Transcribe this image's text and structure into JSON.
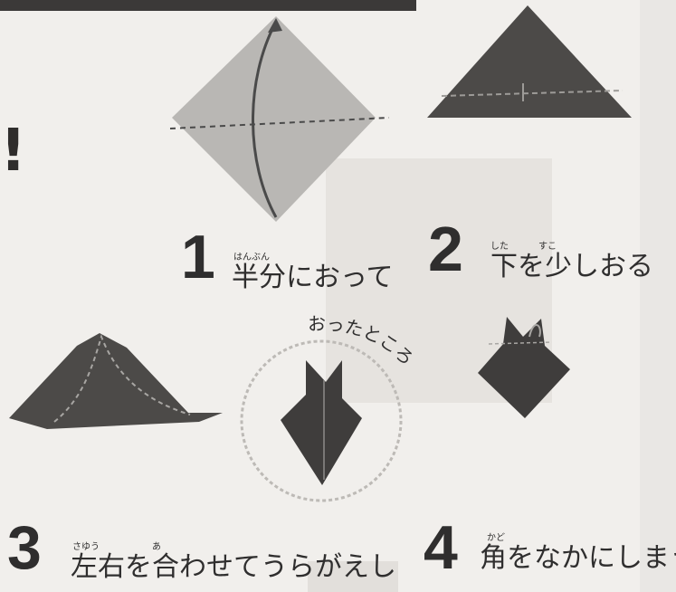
{
  "steps": [
    {
      "number": "1",
      "text": "半分におって",
      "ruby": "はんぶん"
    },
    {
      "number": "2",
      "text": "下を少しおる",
      "ruby": [
        "した",
        "すこ"
      ]
    },
    {
      "number": "3",
      "text": "左右を合わせてうらがえし",
      "ruby": [
        "さゆう",
        "あ"
      ]
    },
    {
      "number": "4",
      "text": "角をなかにしまう",
      "ruby": "かど"
    }
  ],
  "callout": {
    "text": "おったところ"
  },
  "edge_glyph": "!",
  "colors": {
    "paper_light": "#b9b7b4",
    "paper_dark": "#4c4a48",
    "ink": "#2f2e2e",
    "background": "#f1efec"
  }
}
